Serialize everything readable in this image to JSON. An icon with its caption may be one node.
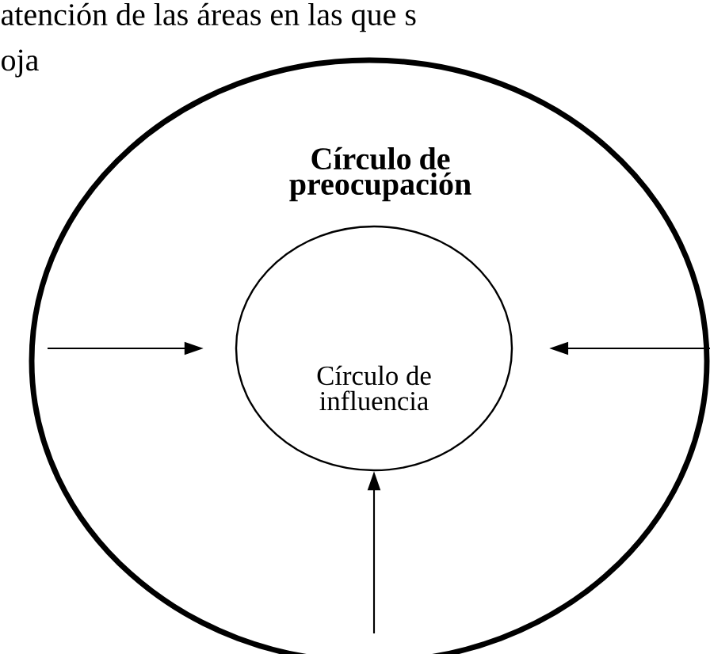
{
  "diagram": {
    "nodes": [
      {
        "text": [
          "Círculo de preocupación"
        ]
      },
      {
        "text": [
          "Círculo de influencia"
        ],
        "in": 0
      }
    ],
    "edges": [
      {
        "from": null,
        "to": 1,
        "arrow": "to"
      },
      {
        "from": null,
        "to": 1,
        "arrow": "to"
      },
      {
        "from": null,
        "to": 1,
        "arrow": "to"
      }
    ],
    "labels": [
      "atención de las áreas en las que s",
      "oja"
    ]
  }
}
